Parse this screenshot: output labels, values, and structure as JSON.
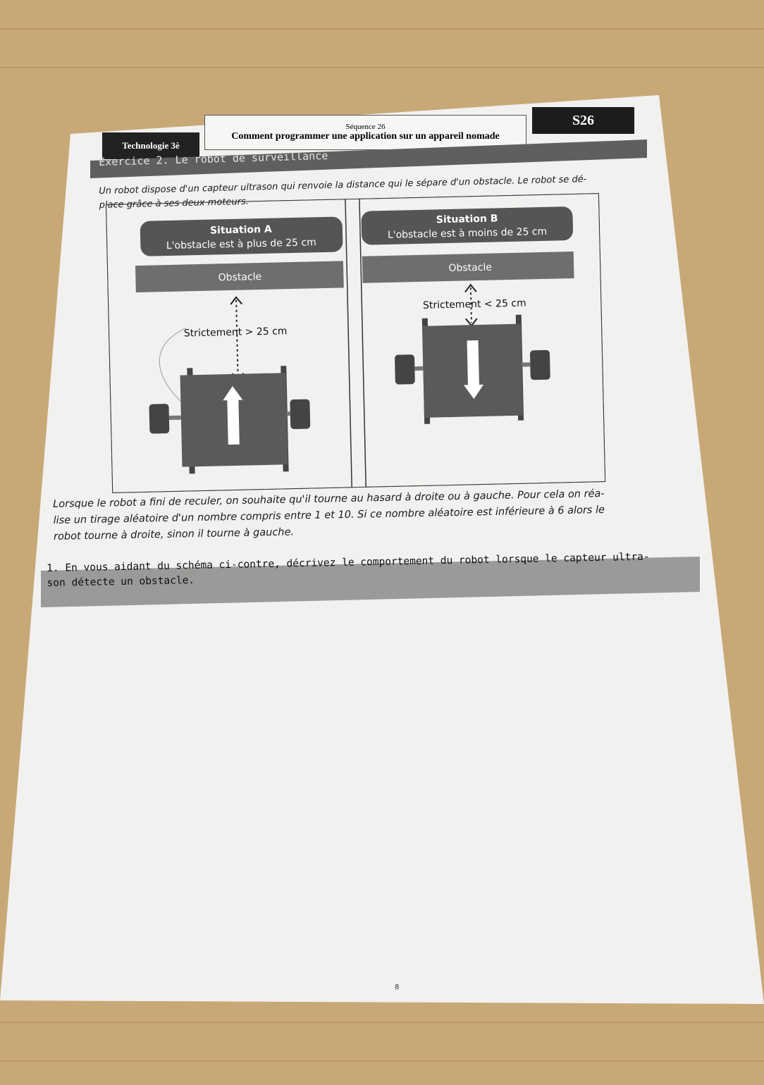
{
  "header": {
    "subject": "Technologie 3è",
    "sequence_label": "Séquence 26",
    "sequence_title": "Comment programmer une application sur un appareil nomade",
    "code": "S26"
  },
  "exercise": {
    "title": "Exercice 2. Le robot de surveillance",
    "intro_line1": "Un robot dispose d'un capteur ultrason qui renvoie la distance qui le sépare d'un obstacle. Le robot se dé-",
    "intro_line2": "place grâce à ses deux moteurs."
  },
  "figure": {
    "situation_a": {
      "title": "Situation A",
      "subtitle": "L'obstacle est à plus de 25 cm",
      "obstacle": "Obstacle",
      "distance": "Strictement > 25 cm"
    },
    "situation_b": {
      "title": "Situation B",
      "subtitle": "L'obstacle est à moins de 25 cm",
      "obstacle": "Obstacle",
      "distance": "Strictement < 25 cm"
    }
  },
  "body": {
    "line1": "Lorsque le robot a fini de reculer, on souhaite qu'il tourne au hasard à droite ou à gauche. Pour cela on réa-",
    "line2": "lise un tirage aléatoire d'un nombre compris entre 1 et 10. Si ce nombre aléatoire est inférieure à 6 alors le",
    "line3": "robot tourne à droite, sinon il tourne à gauche."
  },
  "question": {
    "line1": "1. En vous aidant du schéma ci-contre, décrivez le comportement du robot lorsque le capteur ultra-",
    "line2": "son détecte un obstacle."
  },
  "page_number": "8",
  "colors": {
    "ink": "#1a1a1a",
    "band_dark": "#5f5f5f",
    "question_band": "#9a9a98",
    "robot_fill": "#5a5a5a"
  }
}
